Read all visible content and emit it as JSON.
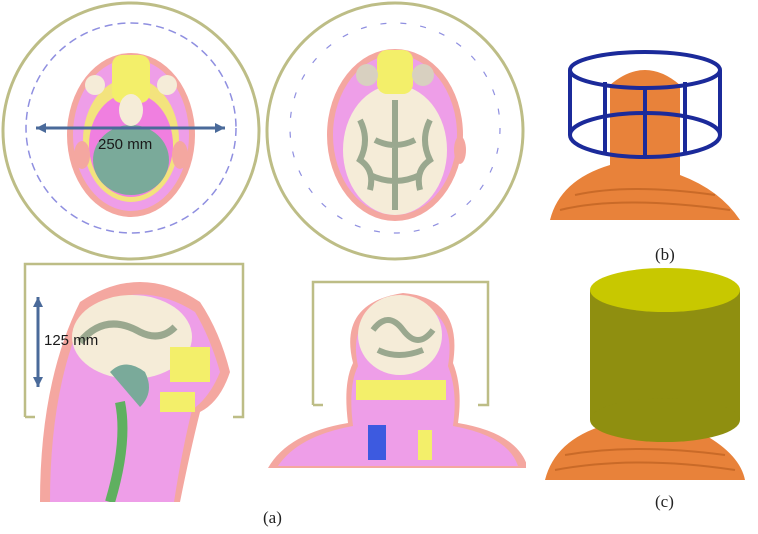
{
  "annotations": {
    "axial_width": "250 mm",
    "sagittal_height": "125 mm"
  },
  "labels": {
    "a": "(a)",
    "b": "(b)",
    "c": "(c)"
  },
  "colors": {
    "skin": "#f4a7a0",
    "fat": "#f07fe0",
    "muscle": "#ee9ee8",
    "bone": "#f3ef6a",
    "white_matter": "#f5ecd8",
    "gray_matter": "#9aa88f",
    "csf": "#7aaa9a",
    "coil_ring": "#bdbd86",
    "coil_blue": "#1b2a9a",
    "body_orange": "#e8823a",
    "shield_olive": "#8f8f10"
  }
}
